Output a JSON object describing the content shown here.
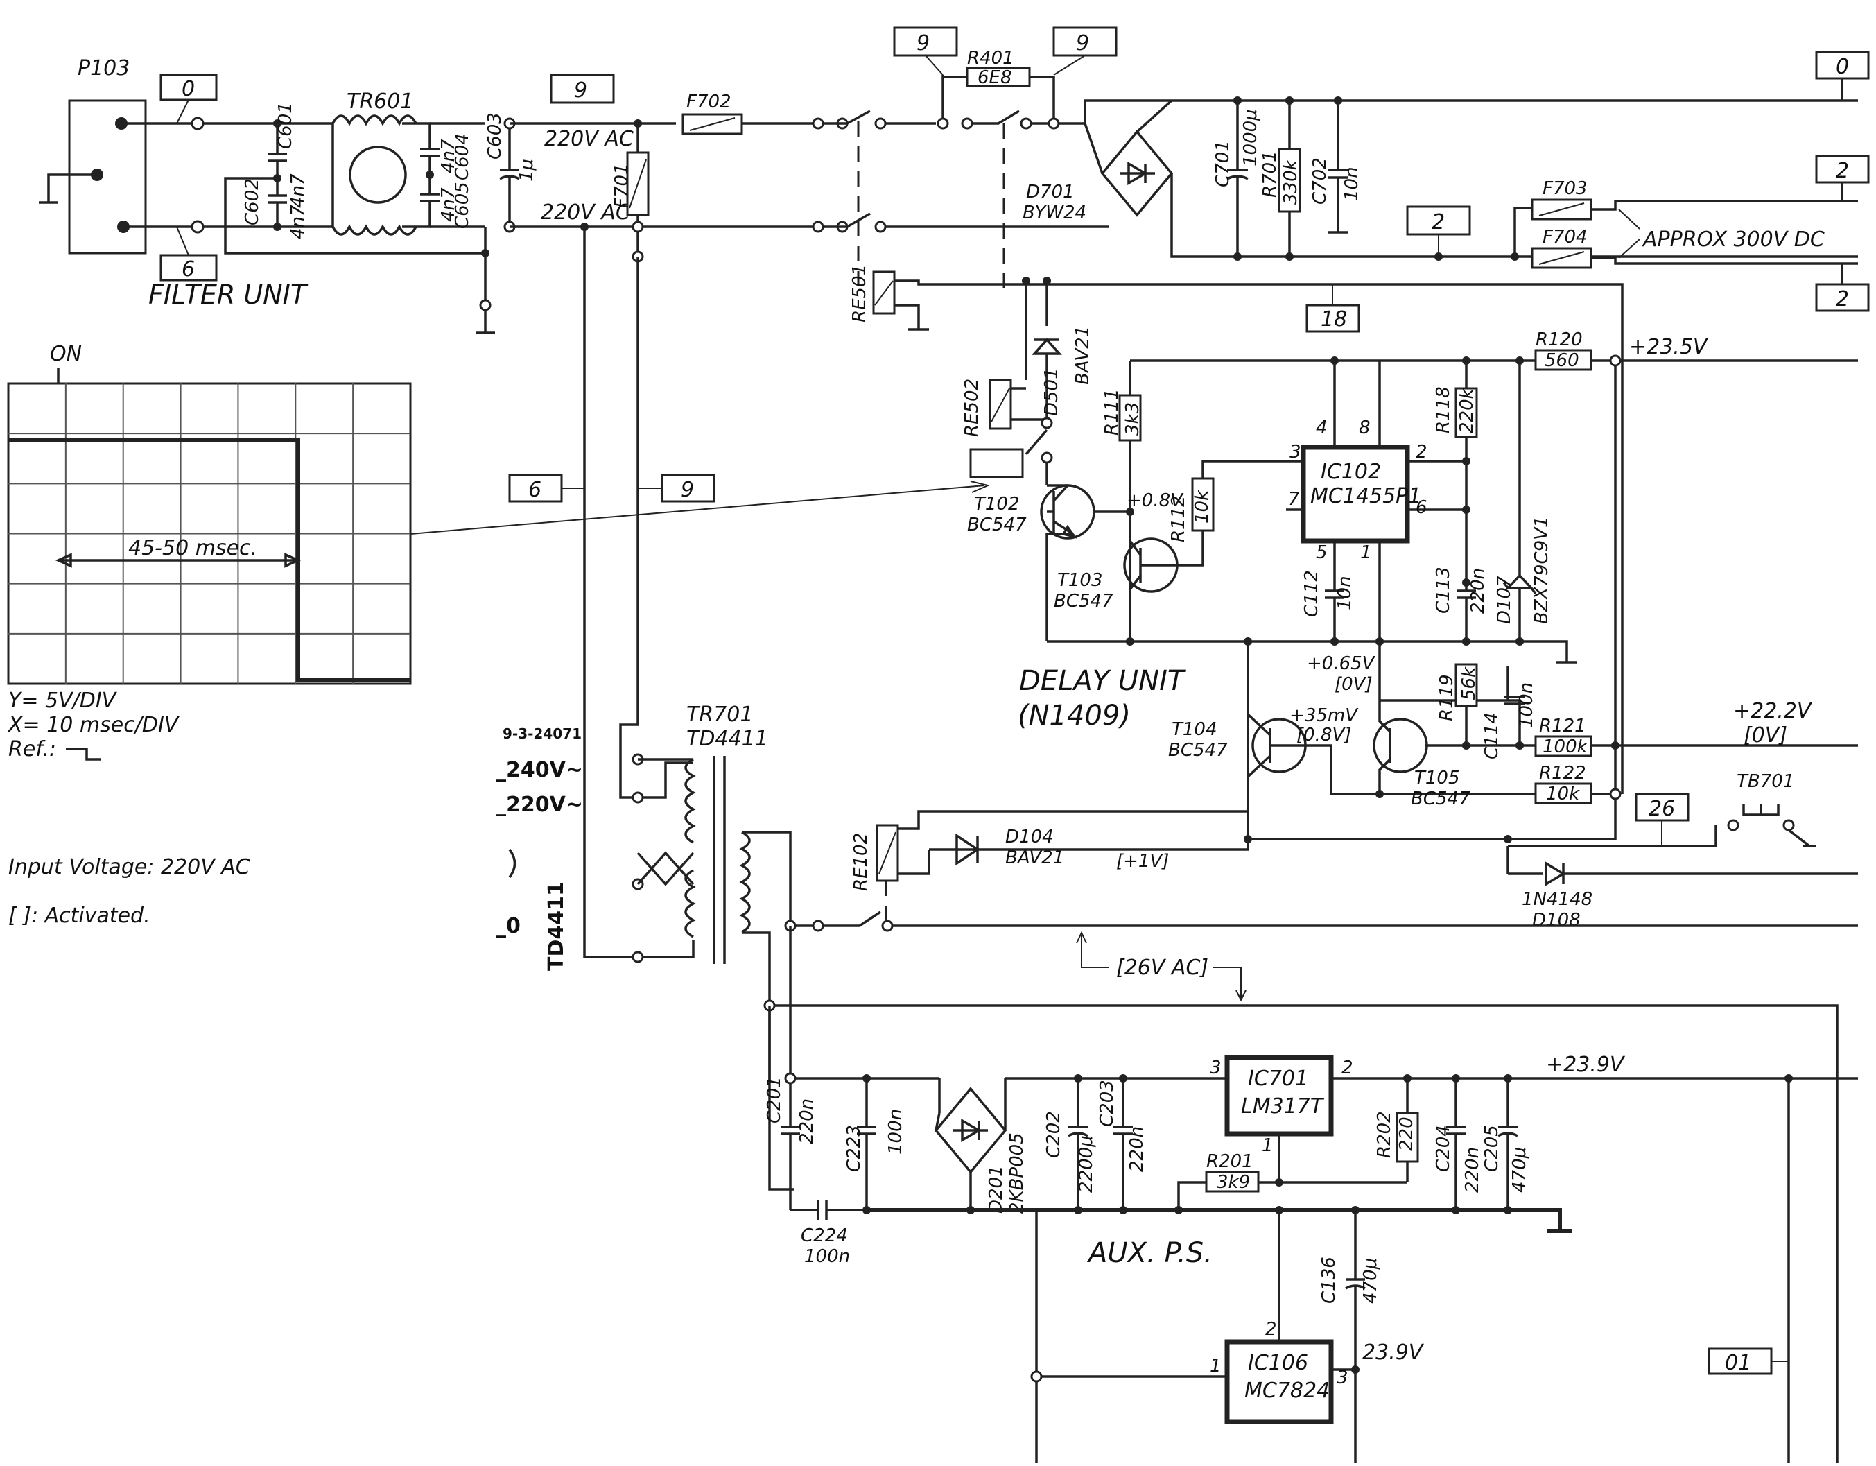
{
  "title_filter": "FILTER UNIT",
  "title_delay": "DELAY UNIT",
  "title_delay_sub": "(N1409)",
  "title_aux": "AUX. P.S.",
  "scope": {
    "on": "ON",
    "interval": "45-50 msec.",
    "y_scale": "Y= 5V/DIV",
    "x_scale": "X= 10 msec/DIV",
    "ref": "Ref.:"
  },
  "notes": {
    "input_voltage": "Input Voltage: 220V AC",
    "activated": "[ ]: Activated."
  },
  "tr701_taps": {
    "code": "9-3-24071",
    "t240": "_240V~",
    "t220": "_220V~",
    "t0": "_0",
    "model_vertical": "TD4411"
  },
  "connectors": {
    "c0_left": "0",
    "c6_left": "6",
    "c9_top": "9",
    "c9_a": "9",
    "c9_b": "9",
    "c0_right": "0",
    "c2_right_a": "2",
    "c2_mid": "2",
    "c2_right_b": "2",
    "c18": "18",
    "c6_mid": "6",
    "c9_mid": "9",
    "c26": "26",
    "c01": "01"
  },
  "labels": {
    "p103": "P103",
    "tr601": "TR601",
    "c601": "C601",
    "c601v": "4n7",
    "c602": "C602",
    "c602v": "4n7",
    "c604": "C604",
    "c604v": "4n7",
    "c605": "C605",
    "c605v": "4n7",
    "c603": "C603",
    "c603v": "1μ",
    "v220_a": "220V AC",
    "v220_b": "220V AC",
    "f701": "F701",
    "f702": "F702",
    "r401": "R401",
    "r401v": "6E8",
    "d701": "D701",
    "d701v": "BYW24",
    "c701": "C701",
    "c701v": "1000μ",
    "r701": "R701",
    "r701v": "330k",
    "c702": "C702",
    "c702v": "10n",
    "f703": "F703",
    "f704": "F704",
    "approx": "APPROX 300V DC",
    "re501": "RE501",
    "re502": "RE502",
    "d501": "D501",
    "d501v": "BAV21",
    "r120": "R120",
    "r120v": "560",
    "v235": "+23.5V",
    "r111": "R111",
    "r111v": "3k3",
    "r118": "R118",
    "r118v": "220k",
    "ic102": "IC102",
    "ic102v": "MC1455P1",
    "pin4": "4",
    "pin8": "8",
    "pin3": "3",
    "pin2": "2",
    "pin7": "7",
    "pin6": "6",
    "pin5": "5",
    "pin1": "1",
    "t102": "T102",
    "t102v": "BC547",
    "v08": "+0.8V",
    "r112": "R112",
    "r112v": "10k",
    "t103": "T103",
    "t103v": "BC547",
    "c112": "C112",
    "c112v": "10n",
    "c113": "C113",
    "c113v": "220n",
    "d107": "D107",
    "d107v": "BZX79C9V1",
    "v065": "+0.65V",
    "v065b": "[0V]",
    "t104": "T104",
    "t104v": "BC547",
    "v35": "+35mV",
    "v35b": "[0.8V]",
    "t105": "T105",
    "t105v": "BC547",
    "r119": "R119",
    "r119v": "56k",
    "c114": "C114",
    "c114v": "100n",
    "v222": "+22.2V",
    "v222b": "[0V]",
    "r121": "R121",
    "r121v": "100k",
    "r122": "R122",
    "r122v": "10k",
    "tb701": "TB701",
    "tr701": "TR701",
    "tr701v": "TD4411",
    "re102": "RE102",
    "d104": "D104",
    "d104v": "BAV21",
    "v1": "[+1V]",
    "d108": "1N4148",
    "d108v": "D108",
    "v26": "[26V AC]",
    "v239": "+23.9V",
    "ic701": "IC701",
    "ic701v": "LM317T",
    "p3": "3",
    "p2": "2",
    "p1": "1",
    "c201": "C201",
    "c201v": "220n",
    "c223": "C223",
    "c223v": "100n",
    "d201": "D201",
    "d201v": "2KBP005",
    "c202": "C202",
    "c202v": "2200μ",
    "c203": "C203",
    "c203v": "220n",
    "r201": "R201",
    "r201v": "3k9",
    "r202": "R202",
    "r202v": "220",
    "c204": "C204",
    "c204v": "220n",
    "c205": "C205",
    "c205v": "470μ",
    "c224": "C224",
    "c224v": "100n",
    "c136": "C136",
    "c136v": "470μ",
    "ic106": "IC106",
    "ic106v": "MC7824",
    "q2": "2",
    "q1": "1",
    "q3": "3",
    "v239b": "23.9V"
  }
}
